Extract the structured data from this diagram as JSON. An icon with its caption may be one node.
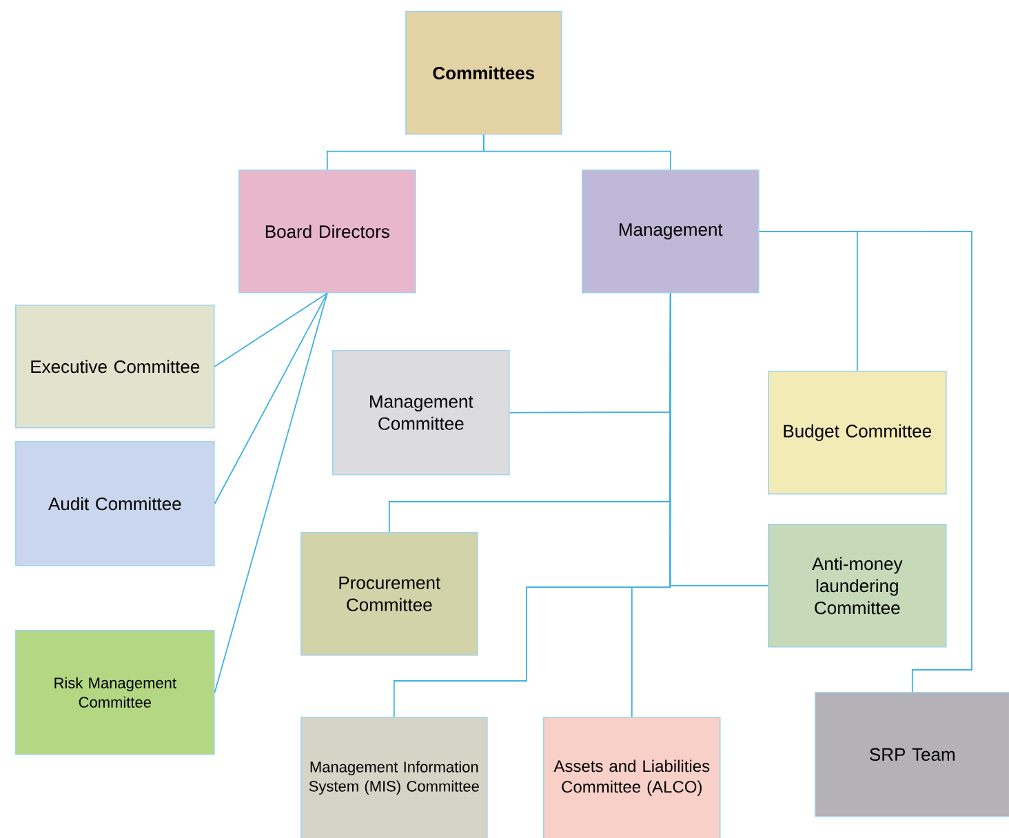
{
  "diagram": {
    "nodes": [
      {
        "text": [
          "Committees"
        ]
      },
      {
        "text": [
          "Board Directors"
        ]
      },
      {
        "text": [
          "Management"
        ]
      },
      {
        "text": [
          "Executive Committee"
        ]
      },
      {
        "text": [
          "Audit Committee"
        ]
      },
      {
        "text": [
          "Risk Management Committee"
        ]
      },
      {
        "text": [
          "Management Committee"
        ]
      },
      {
        "text": [
          "Budget Committee"
        ]
      },
      {
        "text": [
          "Procurement Committee"
        ]
      },
      {
        "text": [
          "Anti-money laundering Committee"
        ]
      },
      {
        "text": [
          "Management Information System (MIS) Committee"
        ]
      },
      {
        "text": [
          "Assets and Liabilities Committee (ALCO)"
        ]
      },
      {
        "text": [
          "SRP Team"
        ]
      }
    ],
    "edges": [
      {
        "from": 0,
        "to": 1,
        "arrow": "none"
      },
      {
        "from": 0,
        "to": 2,
        "arrow": "none"
      },
      {
        "from": 1,
        "to": 3,
        "arrow": "none"
      },
      {
        "from": 1,
        "to": 4,
        "arrow": "none"
      },
      {
        "from": 1,
        "to": 5,
        "arrow": "none"
      },
      {
        "from": 2,
        "to": 6,
        "arrow": "none"
      },
      {
        "from": 2,
        "to": 7,
        "arrow": "none"
      },
      {
        "from": 2,
        "to": 8,
        "arrow": "none"
      },
      {
        "from": 2,
        "to": 9,
        "arrow": "none"
      },
      {
        "from": 2,
        "to": 10,
        "arrow": "none"
      },
      {
        "from": 2,
        "to": 11,
        "arrow": "none"
      },
      {
        "from": 2,
        "to": 12,
        "arrow": "none"
      }
    ]
  }
}
